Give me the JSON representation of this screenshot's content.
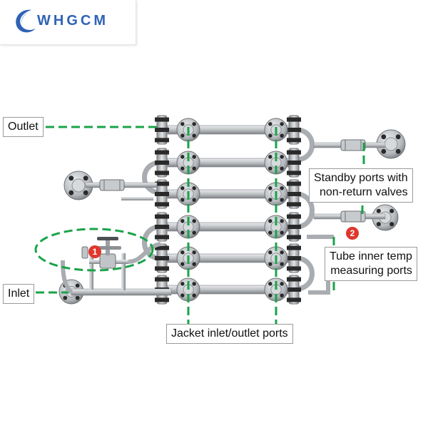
{
  "brand": {
    "logo_text": "WHGCM",
    "logo_color": "#2f63b6"
  },
  "colors": {
    "leader_line": "#1aa34a",
    "badge": "#e0362c",
    "steel": "#b9bcc0",
    "steel_dark": "#6e7276",
    "bolt": "#2a2a2a"
  },
  "icons": [
    "logo-swirl-icon",
    "needle-valve-icon",
    "check-valve-icon"
  ],
  "labels": {
    "outlet": "Outlet",
    "inlet": "Inlet",
    "standby_line1": "Standby ports with",
    "standby_line2": "non-return valves",
    "tube_temp_line1": "Tube inner temp",
    "tube_temp_line2": "measuring ports",
    "jacket": "Jacket inlet/outlet ports"
  },
  "badges": {
    "one": "1",
    "two": "2"
  }
}
